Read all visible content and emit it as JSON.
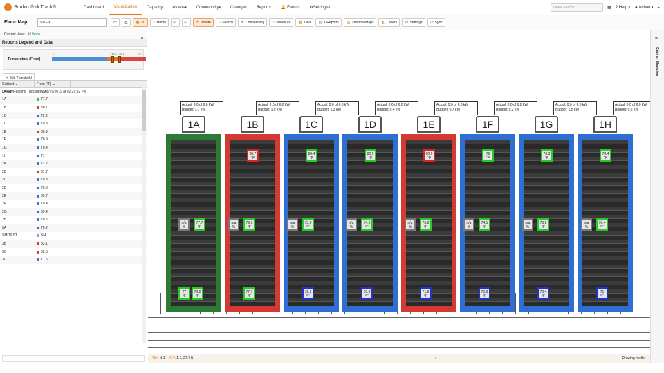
{
  "brand": {
    "logo_text": "Sunbird® dcTrack®"
  },
  "nav": {
    "items": [
      "Dashboard",
      "Visualization",
      "Capacity",
      "Assets",
      "Connectivity",
      "Change",
      "Reports",
      "Events",
      "Settings"
    ]
  },
  "topright": {
    "search_placeholder": "Quick Search...",
    "help": "Help",
    "user": "hchan"
  },
  "toolbar": {
    "title": "Floor Map",
    "site": "SITE A",
    "buttons": [
      "3D",
      "Home",
      "Isolate",
      "Search",
      "Connectivity",
      "Measure",
      "Tiles",
      "1 Reports",
      "Thermal Maps",
      "Layers",
      "Settings",
      "Sync"
    ]
  },
  "left": {
    "current_view_label": "Current View:",
    "current_view_value": "All Items",
    "legend_header": "Reports Legend and Data",
    "legend_label": "Temperature (Front)",
    "legend_min": "0",
    "legend_mid": "72.5 - 80.5",
    "legend_max": "100",
    "edit_threshold": "Edit Threshold",
    "get_reading": "Get Reading",
    "updated": "Updated : 08/29/2019 at 02:29:32 PM"
  },
  "table": {
    "headers": [
      "Cabinet",
      "Front (°F)"
    ],
    "rows": [
      [
        "LARRY",
        "N/A",
        "grey"
      ],
      [
        "1A",
        "77.7",
        "green"
      ],
      [
        "1B",
        "80.7",
        "red"
      ],
      [
        "1C",
        "72.2",
        "blue"
      ],
      [
        "1D",
        "70.8",
        "blue"
      ],
      [
        "1E",
        "80.9",
        "red"
      ],
      [
        "1F",
        "70.9",
        "blue"
      ],
      [
        "1G",
        "70.4",
        "blue"
      ],
      [
        "1H",
        "71",
        "blue"
      ],
      [
        "2A",
        "72.2",
        "blue"
      ],
      [
        "2B",
        "81.7",
        "red"
      ],
      [
        "2C",
        "70.8",
        "blue"
      ],
      [
        "2D",
        "70.3",
        "blue"
      ],
      [
        "2E",
        "69.7",
        "blue"
      ],
      [
        "2F",
        "70.4",
        "blue"
      ],
      [
        "2G",
        "69.4",
        "blue"
      ],
      [
        "2H",
        "70.5",
        "blue"
      ],
      [
        "3A",
        "70.2",
        "blue"
      ],
      [
        "SM-TEST",
        "N/A",
        "grey"
      ],
      [
        "3B",
        "83.1",
        "red"
      ],
      [
        "3C",
        "82.5",
        "red"
      ],
      [
        "3D",
        "71.6",
        "blue"
      ]
    ]
  },
  "colors": {
    "green": "#3cb04a",
    "red": "#d9342b",
    "blue": "#2f6fd1",
    "grey": "#999999",
    "accent": "#e07a1f"
  },
  "racks": [
    {
      "name": "1A",
      "actual": "Actual: 0.0 of 6.0 kW",
      "budget": "Budget: 1.7 kW",
      "color": "#2d7a34",
      "t_top": "77.7",
      "t_bot": "76.2",
      "t_bot2": "77",
      "t_top_color": "green",
      "t_bot_color": "green"
    },
    {
      "name": "1B",
      "actual": "Actual: 0.0 of 6.0 kW",
      "budget": "Budget: 1.9 kW",
      "color": "#d43a33",
      "t_head": "80.7",
      "t_top": "79.3",
      "t_bot": "77.7",
      "t_top_color": "green",
      "t_bot_color": "green"
    },
    {
      "name": "1C",
      "actual": "Actual: 0.0 of 6.0 kW",
      "budget": "Budget: 1.3 kW",
      "color": "#2f6fd1",
      "t_head": "80.4",
      "t_top": "75.6",
      "t_bot": "72.2",
      "t_top_color": "green",
      "t_bot_color": "blue"
    },
    {
      "name": "1D",
      "actual": "Actual: 0.0 of 6.0 kW",
      "budget": "Budget: 0.4 kW",
      "color": "#2f6fd1",
      "t_head": "80.5",
      "t_top": "74.8",
      "t_bot": "70.8",
      "t_top_color": "green",
      "t_bot_color": "blue"
    },
    {
      "name": "1E",
      "actual": "Actual: 0.0 of 6.0 kW",
      "budget": "Budget: 0.7 kW",
      "color": "#d43a33",
      "t_head": "80.9",
      "t_top": "75.8",
      "t_bot": "71.8",
      "t_top_color": "green",
      "t_bot_color": "blue"
    },
    {
      "name": "1F",
      "actual": "Actual: 0.0 of 6.0 kW",
      "budget": "Budget: 0.2 kW",
      "color": "#2f6fd1",
      "t_head": "78",
      "t_top": "74.1",
      "t_bot": "70.9",
      "t_top_color": "green",
      "t_bot_color": "blue"
    },
    {
      "name": "1G",
      "actual": "Actual: 0.0 of 6.0 kW",
      "budget": "Budget: 1.5 kW",
      "color": "#2f6fd1",
      "t_head": "76.3",
      "t_top": "73.8",
      "t_bot": "70.4",
      "t_top_color": "green",
      "t_bot_color": "blue"
    },
    {
      "name": "1H",
      "actual": "Actual: 0.0 of 6.0 kW",
      "budget": "Budget: 0.2 kW",
      "color": "#2f6fd1",
      "t_head": "78.4",
      "t_top": "76.4",
      "t_bot": "71",
      "t_top_color": "green",
      "t_bot_color": "blue"
    }
  ],
  "na": "n/a",
  "unit": "°F",
  "status": {
    "tile_label": "Tile:",
    "tile": "N-1",
    "xy_label": "X,Y:",
    "xy": "1.7, 27.7 ft",
    "sep": ":",
    "drawing_north": "Drawing north:"
  },
  "right_strip": "Cabinet Elevation"
}
